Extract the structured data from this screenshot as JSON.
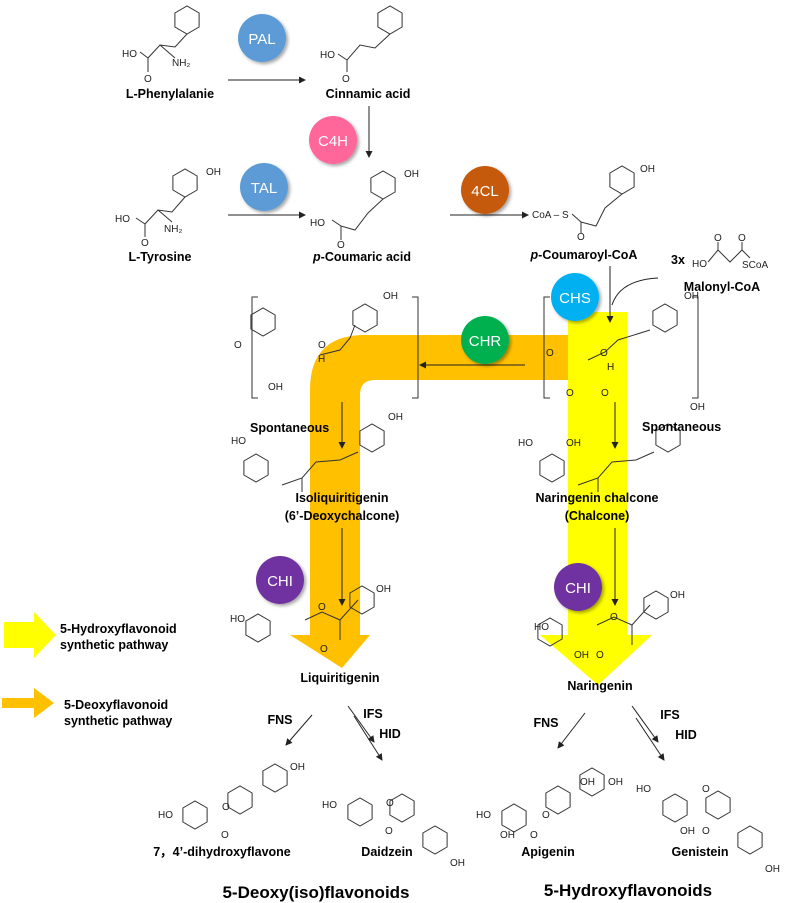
{
  "colors": {
    "pal": "#5b9bd5",
    "c4h": "#ff6699",
    "tal": "#5b9bd5",
    "cl4": "#c55a11",
    "chs": "#00b0f0",
    "chr": "#00b050",
    "chi": "#7030a0",
    "yellow_path": "#ffff00",
    "orange_path": "#ffc000"
  },
  "enzymes": {
    "pal": "PAL",
    "c4h": "C4H",
    "tal": "TAL",
    "cl4": "4CL",
    "chs": "CHS",
    "chr": "CHR",
    "chi_left": "CHI",
    "chi_right": "CHI",
    "fns_left": "FNS",
    "ifs_left": "IFS",
    "hid_left": "HID",
    "fns_right": "FNS",
    "ifs_right": "IFS",
    "hid_right": "HID"
  },
  "compounds": {
    "phenylalanine": "L-Phenylalanie",
    "cinnamic": "Cinnamic acid",
    "tyrosine": "L-Tyrosine",
    "coumaric_italic": "p",
    "coumaric": "-Coumaric acid",
    "coumaroyl_italic": "p",
    "coumaroyl": "-Coumaroyl-CoA",
    "malonyl": "Malonyl-CoA",
    "malonyl_count": "3x",
    "isoliquiritigenin": "Isoliquiritigenin",
    "isoliquiritigenin_sub": "(6’-Deoxychalcone)",
    "naringenin_chalcone": "Naringenin chalcone",
    "naringenin_chalcone_sub": "(Chalcone)",
    "liquiritigenin": "Liquiritigenin",
    "naringenin": "Naringenin",
    "dihydroxyflavone": "7，4’-dihydroxyflavone",
    "daidzein": "Daidzein",
    "apigenin": "Apigenin",
    "genistein": "Genistein"
  },
  "steps": {
    "spontaneous_left": "Spontaneous",
    "spontaneous_right": "Spontaneous"
  },
  "legend": [
    {
      "line1": "5-Hydroxyflavonoid",
      "line2": "synthetic pathway"
    },
    {
      "line1": "5-Deoxyflavonoid",
      "line2": "synthetic pathway"
    }
  ],
  "groups": {
    "deoxy": "5-Deoxy(iso)flavonoids",
    "hydroxy": "5-Hydroxyflavonoids"
  },
  "atoms": {
    "oh": "OH",
    "ho": "HO",
    "o": "O",
    "nh2": "NH₂",
    "coa_s": "CoA – S",
    "scoa": "SCoA",
    "h": "H"
  }
}
